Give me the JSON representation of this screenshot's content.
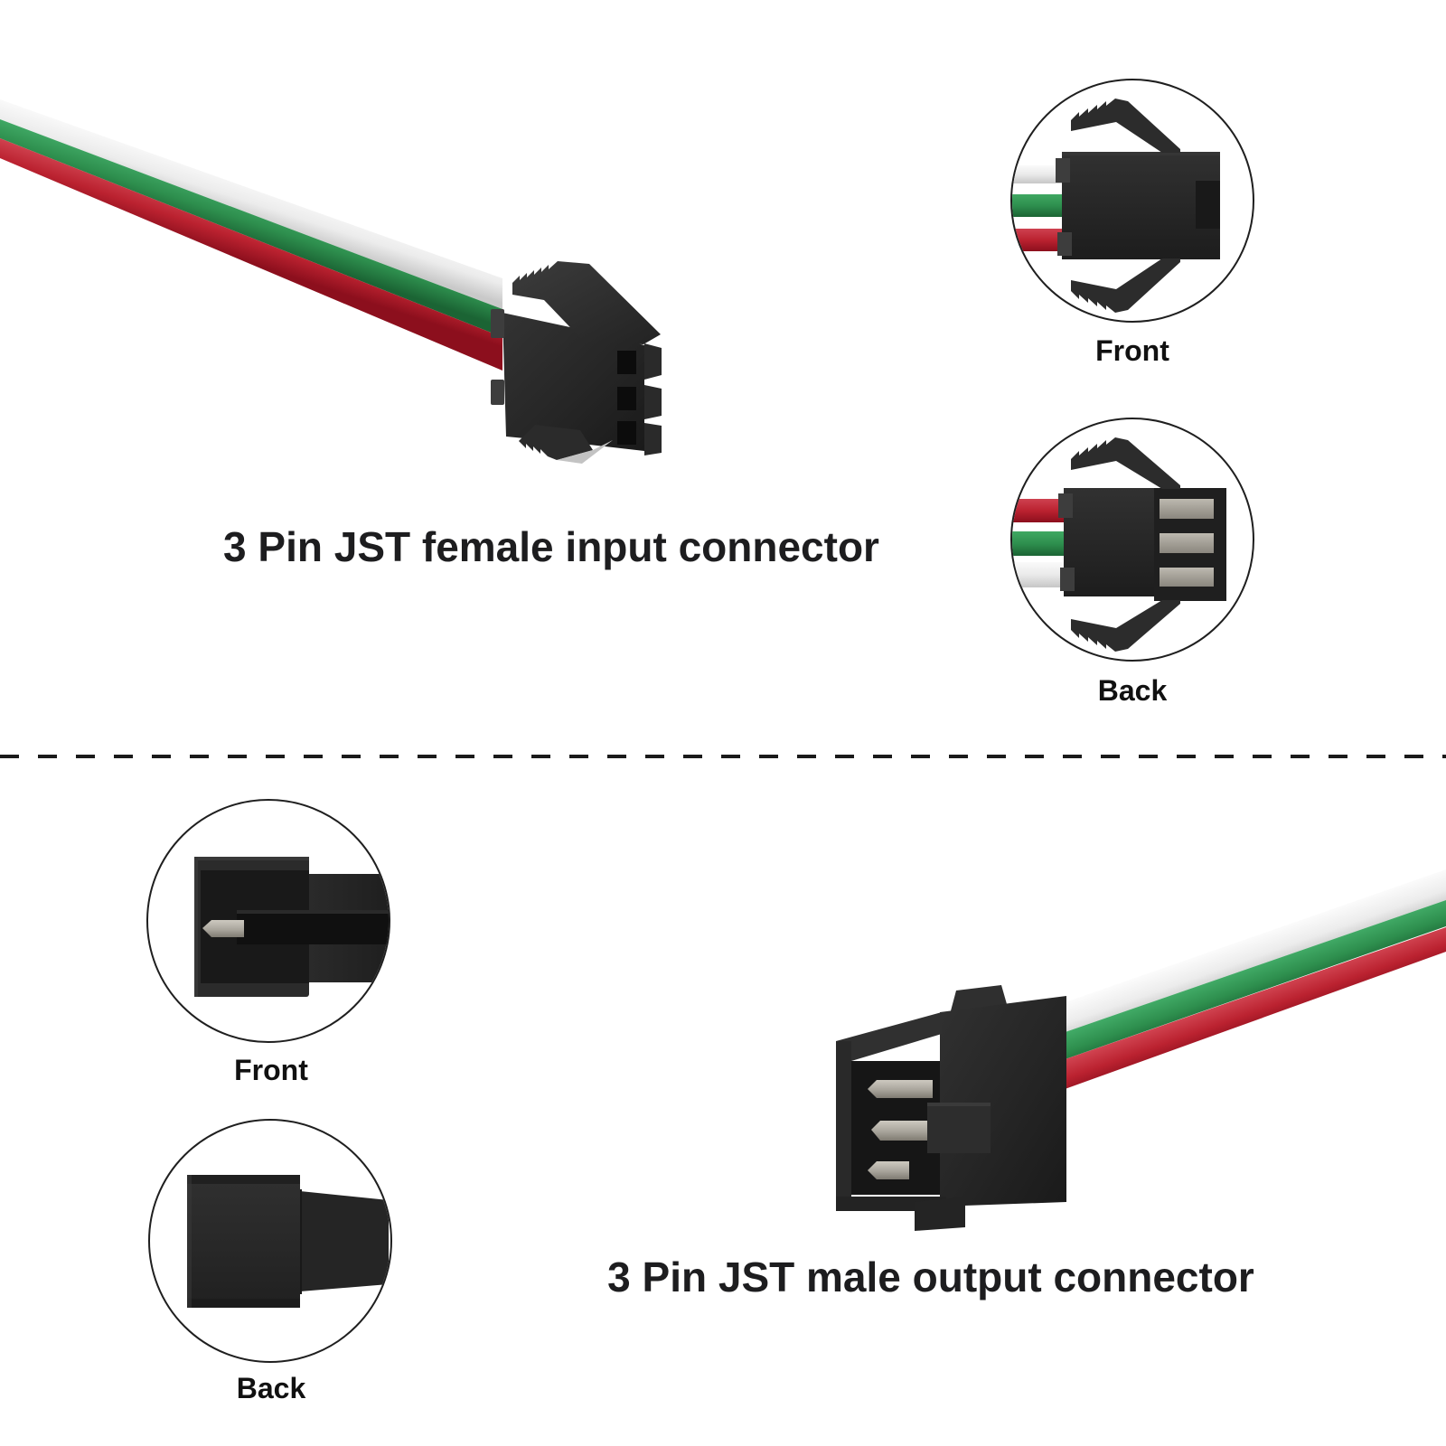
{
  "illustration": {
    "female": {
      "caption": "3 Pin JST female input connector",
      "insets": [
        {
          "label": "Front"
        },
        {
          "label": "Back"
        }
      ]
    },
    "male": {
      "caption": "3 Pin JST male output connector",
      "insets": [
        {
          "label": "Front"
        },
        {
          "label": "Back"
        }
      ]
    },
    "colors": {
      "background": "#ffffff",
      "wire_white": "#ededed",
      "wire_green": "#2e8f4e",
      "wire_red": "#bb2230",
      "connector_body": "#262626",
      "connector_dark": "#161616",
      "pin_metal": "#a8a49b",
      "text": "#1d1d1f",
      "divider": "#1a1a1a",
      "inset_border": "#1f1f1f"
    }
  }
}
